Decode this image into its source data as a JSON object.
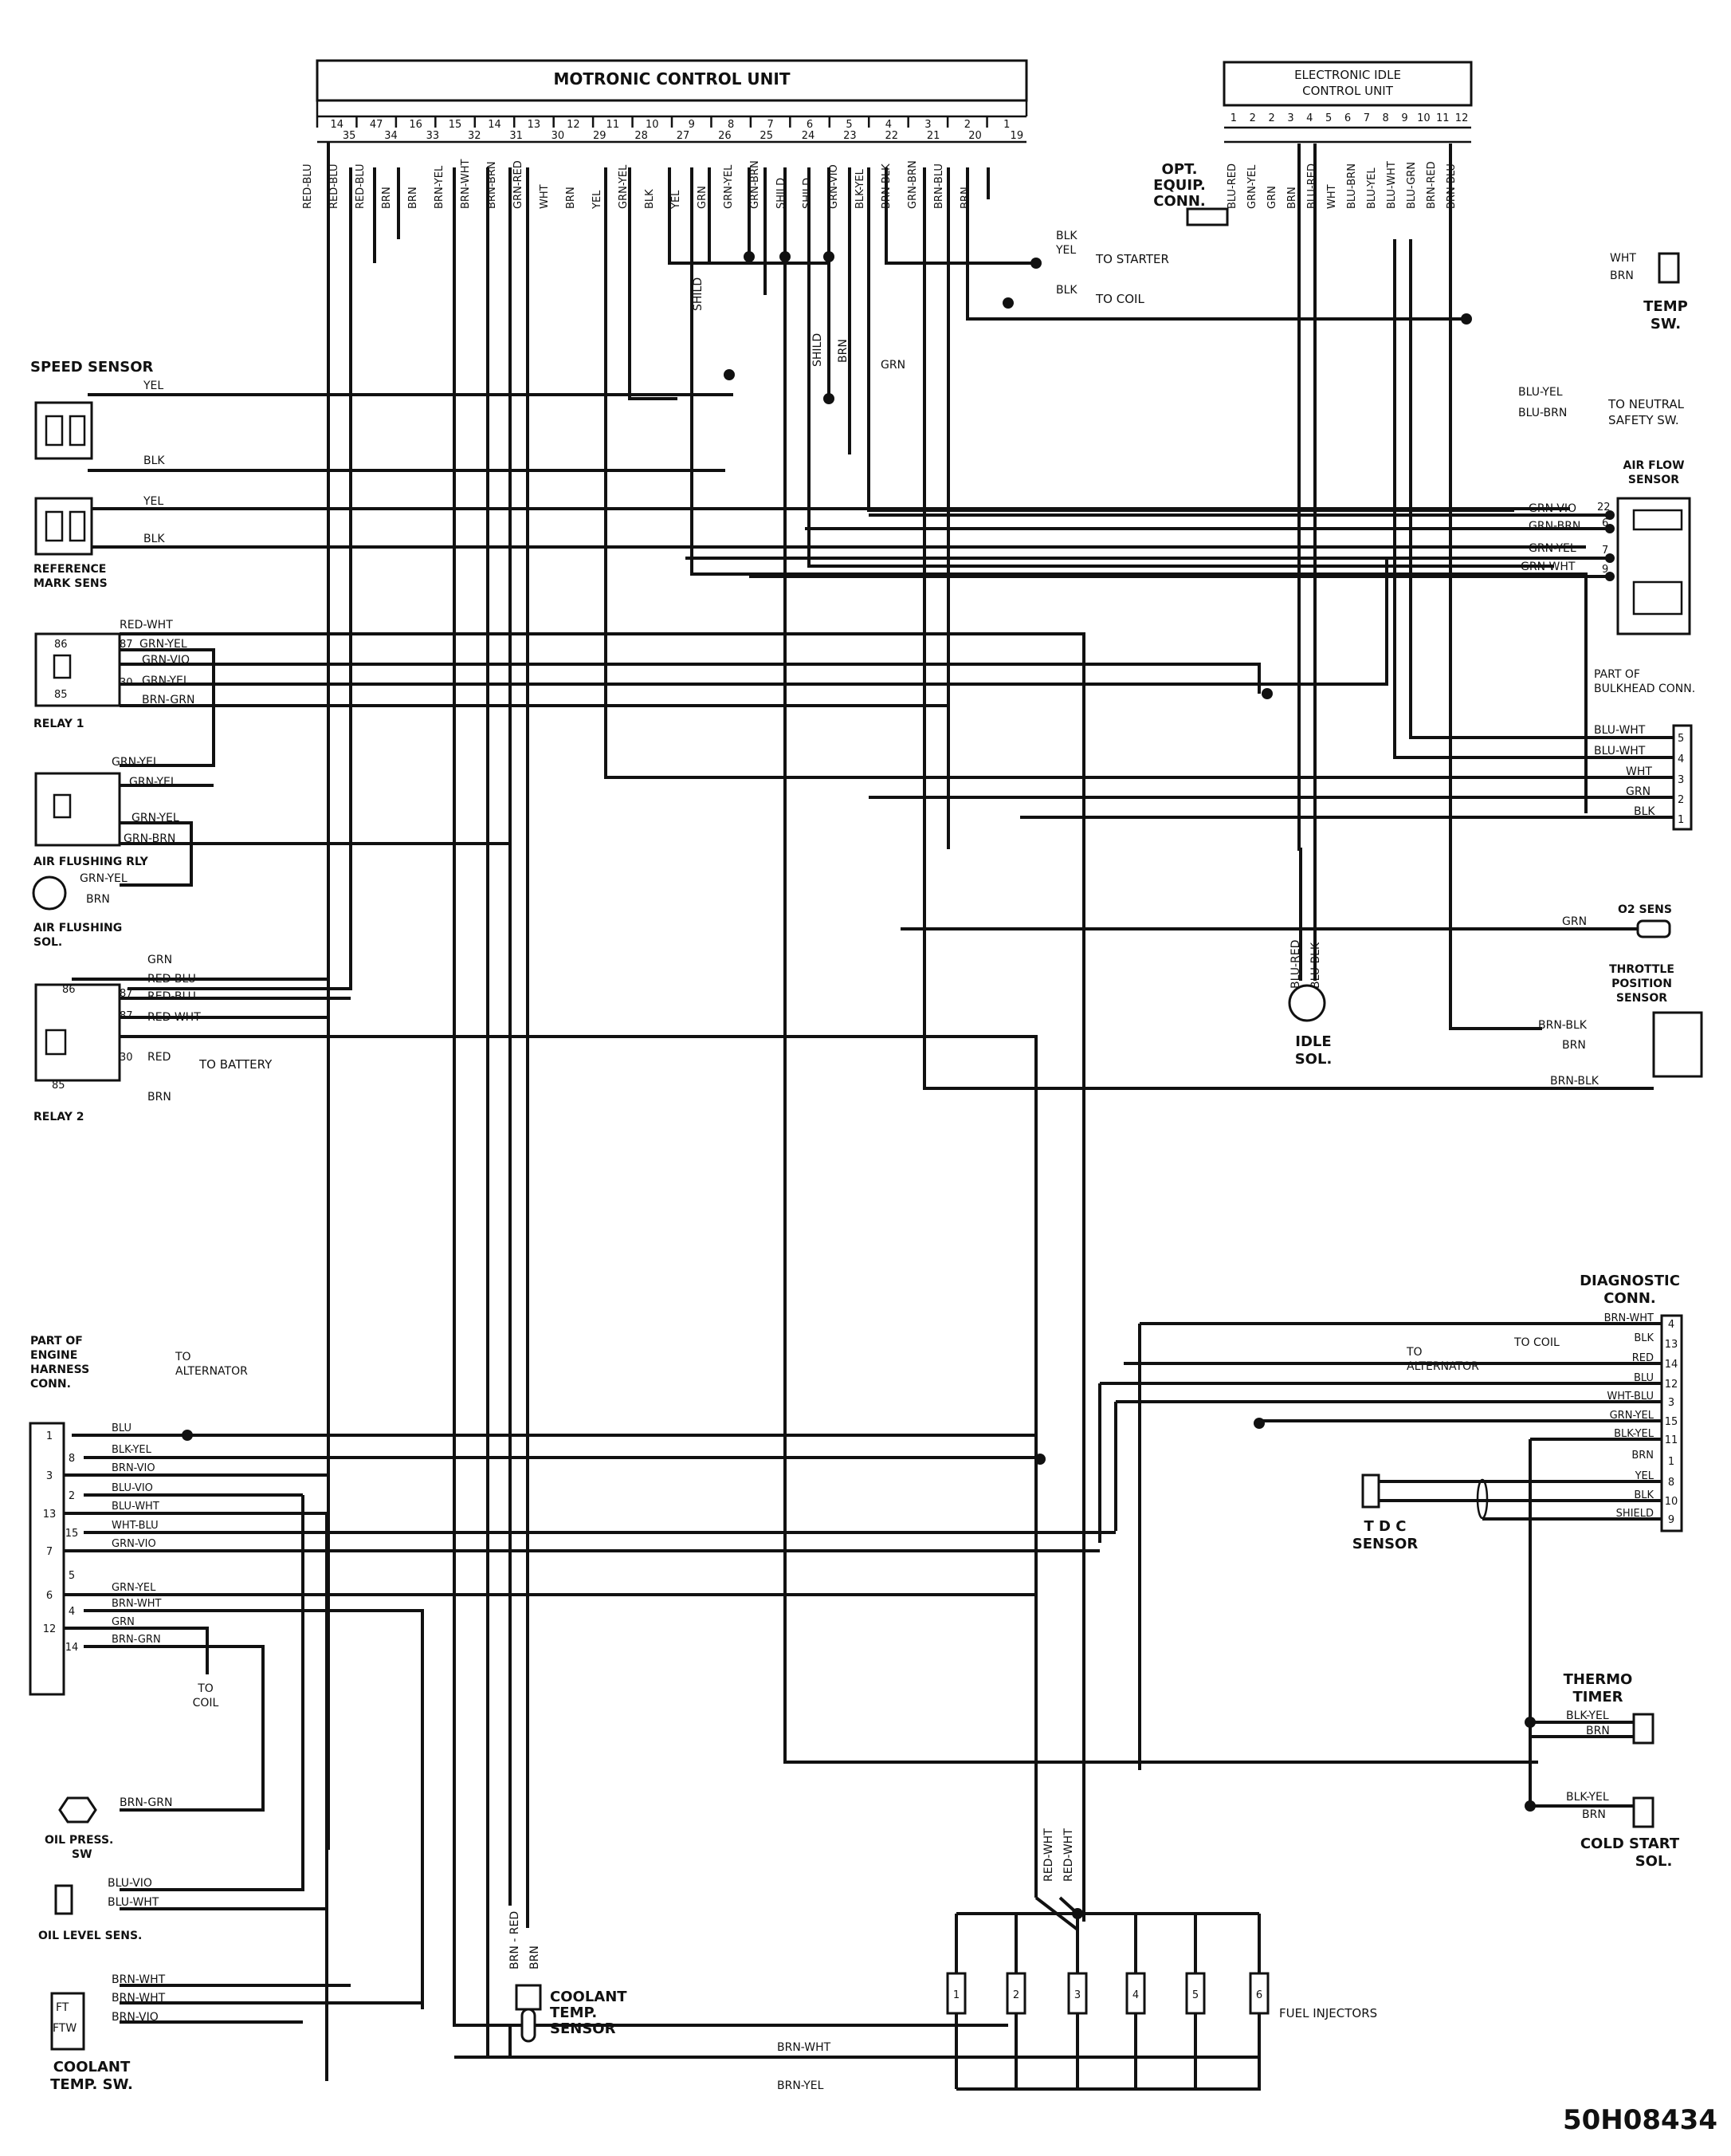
{
  "diagram_id": "50H08434",
  "ecu": {
    "title": "MOTRONIC CONTROL UNIT",
    "top_pins": [
      "14",
      "47",
      "16",
      "15",
      "14",
      "13",
      "12",
      "11",
      "10",
      "9",
      "8",
      "7",
      "6",
      "5",
      "4",
      "3",
      "2",
      "1"
    ],
    "bottom_pins": [
      "35",
      "34",
      "33",
      "32",
      "31",
      "30",
      "29",
      "28",
      "27",
      "26",
      "25",
      "24",
      "23",
      "22",
      "21",
      "20",
      "19"
    ],
    "wire_labels": [
      "RED-BLU",
      "RED-BLU",
      "RED-BLU",
      "BRN",
      "BRN",
      "BRN-YEL",
      "BRN-WHT",
      "BRN-BRN",
      "GRN-RED",
      "WHT",
      "BRN",
      "YEL",
      "GRN-YEL",
      "BLK",
      "YEL",
      "GRN",
      "GRN-YEL",
      "GRN-BRN",
      "SHILD",
      "SHILD",
      "GRN-VIO",
      "BLK-YEL",
      "BRN-BLK",
      "GRN-BRN",
      "BRN-BLU",
      "BRN"
    ]
  },
  "idle_unit": {
    "title_1": "ELECTRONIC IDLE",
    "title_2": "CONTROL UNIT",
    "pins": [
      "1",
      "2",
      "2",
      "3",
      "4",
      "5",
      "6",
      "7",
      "8",
      "9",
      "10",
      "11",
      "12"
    ],
    "wire_labels": [
      "BLU-RED",
      "GRN-YEL",
      "GRN",
      "BRN",
      "BLU-RED",
      "WHT",
      "BLU-BRN",
      "BLU-YEL",
      "BLU-WHT",
      "BLU-GRN",
      "BRN-RED",
      "BRN-BLU"
    ]
  },
  "labels": {
    "opt_equip": [
      "OPT.",
      "EQUIP.",
      "CONN."
    ],
    "to_starter": "TO STARTER",
    "to_coil": "TO COIL",
    "blk": "BLK",
    "yel": "YEL",
    "grn": "GRN",
    "wht": "WHT",
    "brn": "BRN",
    "shild": "SHILD",
    "temp_sw": [
      "TEMP",
      "SW."
    ],
    "speed_sensor": "SPEED SENSOR",
    "reference_mark": [
      "REFERENCE",
      "MARK SENS"
    ],
    "to_neutral": [
      "TO NEUTRAL",
      "SAFETY SW."
    ],
    "blu_yel": "BLU-YEL",
    "blu_brn": "BLU-BRN",
    "air_flow": [
      "AIR FLOW",
      "SENSOR"
    ],
    "grn_vio": "GRN-VIO",
    "grn_brn": "GRN-BRN",
    "grn_yel": "GRN-YEL",
    "grn_wht": "GRN-WHT",
    "air_flow_pins": [
      "22",
      "6",
      "7",
      "9"
    ],
    "relay1": "RELAY 1",
    "red_wht": "RED-WHT",
    "brn_grn": "BRN-GRN",
    "bulkhead": [
      "PART OF",
      "BULKHEAD CONN."
    ],
    "bulkhead_wires": [
      "BLU-WHT",
      "BLU-WHT",
      "WHT",
      "GRN",
      "BLK"
    ],
    "bulkhead_pins": [
      "5",
      "4",
      "3",
      "2",
      "1"
    ],
    "air_flushing_rly": "AIR FLUSHING RLY",
    "air_flushing_sol": [
      "AIR FLUSHING",
      "SOL."
    ],
    "o2_sens": "O2 SENS",
    "throttle": [
      "THROTTLE",
      "POSITION",
      "SENSOR"
    ],
    "brn_blk": "BRN-BLK",
    "idle_sol": [
      "IDLE",
      "SOL."
    ],
    "idle_sol_wires": [
      "BLU-RED",
      "BLU-BLK"
    ],
    "relay2": "RELAY 2",
    "red_blu": "RED-BLU",
    "red": "RED",
    "to_battery": "TO BATTERY",
    "relay_pins": [
      "86",
      "87",
      "85",
      "30"
    ],
    "diagnostic": [
      "DIAGNOSTIC",
      "CONN."
    ],
    "diag_wires": [
      "BRN-WHT",
      "BLK",
      "RED",
      "BLU",
      "WHT-BLU",
      "GRN-YEL",
      "BLK-YEL",
      "BRN",
      "YEL",
      "BLK",
      "SHIELD"
    ],
    "diag_pins": [
      "4",
      "13",
      "14",
      "12",
      "3",
      "15",
      "11",
      "1",
      "8",
      "10",
      "9"
    ],
    "to_alternator": [
      "TO",
      "ALTERNATOR"
    ],
    "tdc_sensor": [
      "T D C",
      "SENSOR"
    ],
    "engine_harness": [
      "PART OF",
      "ENGINE",
      "HARNESS",
      "CONN."
    ],
    "harness_pins": [
      "1",
      "8",
      "3",
      "2",
      "13",
      "15",
      "7",
      "5",
      "6",
      "4",
      "12",
      "14"
    ],
    "harness_wires": [
      "BLU",
      "BLK-YEL",
      "BRN-VIO",
      "BLU-VIO",
      "BLU-WHT",
      "WHT-BLU",
      "GRN-VIO",
      "GRN-YEL",
      "BRN-WHT",
      "GRN",
      "BRN-GRN"
    ],
    "to_coil_lower": [
      "TO",
      "COIL"
    ],
    "thermo_timer": [
      "THERMO",
      "TIMER"
    ],
    "cold_start": [
      "COLD START",
      "SOL."
    ],
    "oil_press": [
      "OIL PRESS.",
      "SW"
    ],
    "oil_level": "OIL LEVEL SENS.",
    "blu_vio": "BLU-VIO",
    "blu_wht": "BLU-WHT",
    "coolant_temp_sw": [
      "COOLANT",
      "TEMP. SW."
    ],
    "ft": "FT",
    "ftw": "FTW",
    "brn_wht": "BRN-WHT",
    "brn_vio": "BRN-VIO",
    "coolant_temp_sensor": [
      "COOLANT",
      "TEMP.",
      "SENSOR"
    ],
    "brn_red": "BRN - RED",
    "fuel_injectors": "FUEL INJECTORS",
    "injector_nums": [
      "1",
      "2",
      "3",
      "4",
      "5",
      "6"
    ],
    "brn_yel": "BRN-YEL",
    "blk_yel": "BLK-YEL"
  }
}
